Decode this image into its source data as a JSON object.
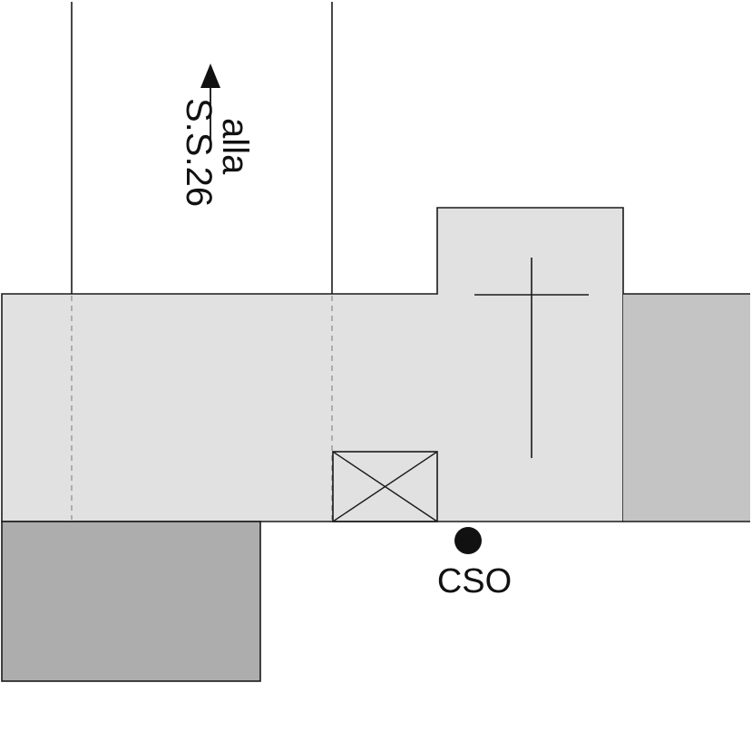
{
  "map": {
    "road_direction": {
      "line1": "alla",
      "line2": "S.S.26"
    },
    "station_label": "CSO",
    "colors": {
      "road_fill": "#e1e1e1",
      "building_fill": "#adadad",
      "outline": "#1a1a1a",
      "dashed": "#8a8a8a",
      "marker": "#111111"
    },
    "icons": {
      "church": "cross-symbol",
      "manhole": "crossed-box-symbol",
      "direction": "arrow-up-icon"
    }
  }
}
